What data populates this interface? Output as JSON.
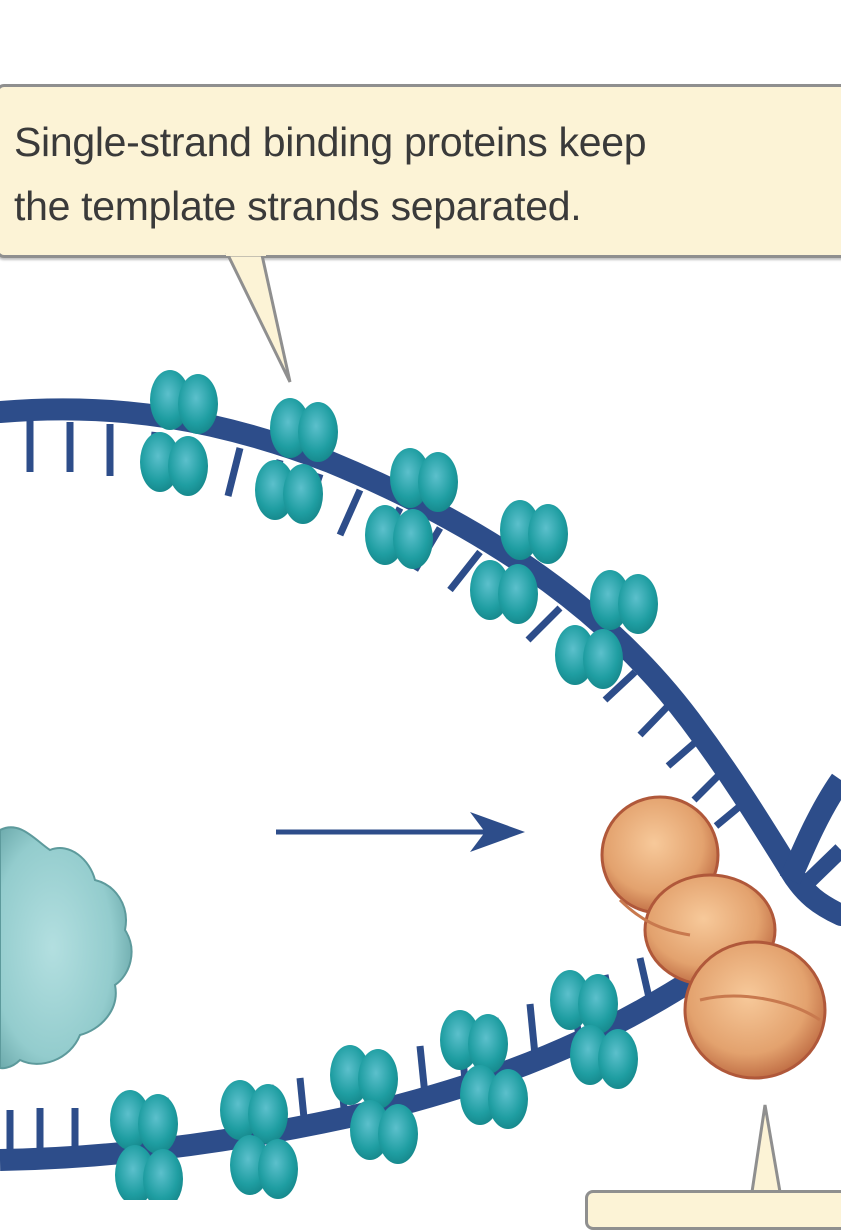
{
  "figure": {
    "type": "DNA replication fork diagram",
    "callouts": [
      {
        "id": "ssb-callout",
        "lines": [
          "Single-strand binding proteins keep",
          "the template strands separated."
        ]
      },
      {
        "id": "helicase-callout",
        "lines": []
      }
    ],
    "elements": {
      "upper_template_strand": "dark blue DNA strand with bases",
      "lower_template_strand": "dark blue DNA strand with bases",
      "ssb_proteins": "teal paired oval proteins bound to single strands",
      "helicase": "orange-brown multi-lobed protein at fork",
      "primase_or_polymerase": "pale teal cloud-shaped protein at left",
      "direction_arrow": "arrow pointing right toward fork"
    },
    "colors": {
      "dna": "#2d4d8a",
      "ssb": "#1e9fa3",
      "ssb_highlight": "#4fb9c8",
      "helicase": "#e0a070",
      "helicase_dark": "#b5573a",
      "cloud_protein": "#9fd3d4",
      "callout_bg": "#fcf3d6",
      "callout_border": "#8f8f8f",
      "text": "#3a3a3a"
    }
  }
}
